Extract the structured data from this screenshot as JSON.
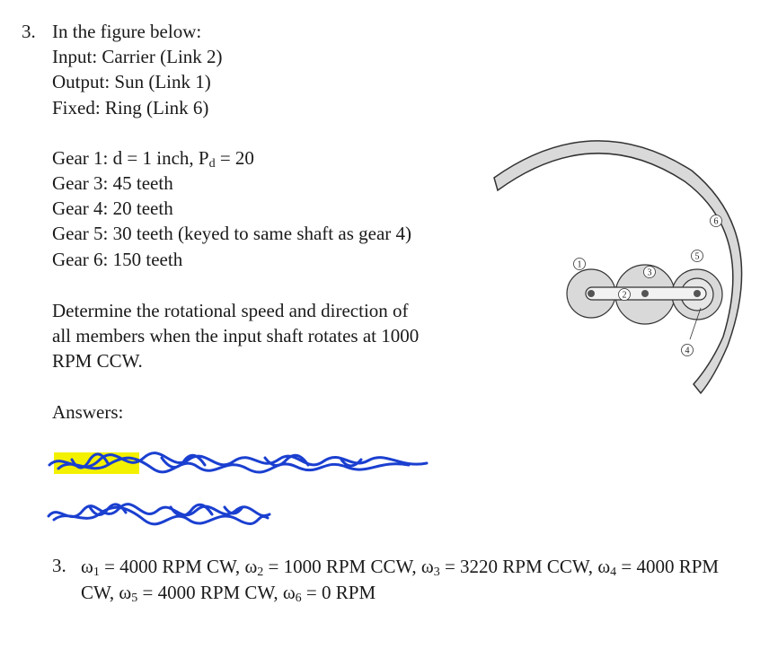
{
  "problem": {
    "number": "3.",
    "intro": "In the figure below:",
    "input": "Input:  Carrier (Link 2)",
    "output": "Output:  Sun (Link 1)",
    "fixed": "Fixed:  Ring (Link 6)",
    "gears": [
      "Gear 1:  d = 1 inch, P",
      "Gear 3:  45 teeth",
      "Gear 4:  20 teeth",
      "Gear 5:  30 teeth (keyed to same shaft as gear 4)",
      "Gear 6:  150 teeth"
    ],
    "gear1_sub": "d",
    "gear1_tail": " = 20",
    "task_line1": "Determine the rotational speed and direction of",
    "task_line2": "all members when the input shaft rotates at 1000",
    "task_line3": "RPM CCW.",
    "answers_heading": "Answers:"
  },
  "figure": {
    "labels": [
      "1",
      "2",
      "3",
      "4",
      "5",
      "6"
    ]
  },
  "answer": {
    "number": "3.",
    "w": "ω",
    "s1": "1",
    "t1": " = 4000 RPM CW, ",
    "s2": "2",
    "t2": " = 1000 RPM CCW, ",
    "s3": "3",
    "t3": " = 3220 RPM CCW, ",
    "s4": "4",
    "t4": " = 4000 RPM CW, ",
    "s5": "5",
    "t5": " = 4000 RPM CW, ",
    "s6": "6",
    "t6": " = 0 RPM"
  },
  "colors": {
    "scribble": "#1a3fd0",
    "highlight": "#f3f000",
    "gear_fill": "#d9d9d9",
    "outline": "#333333"
  }
}
